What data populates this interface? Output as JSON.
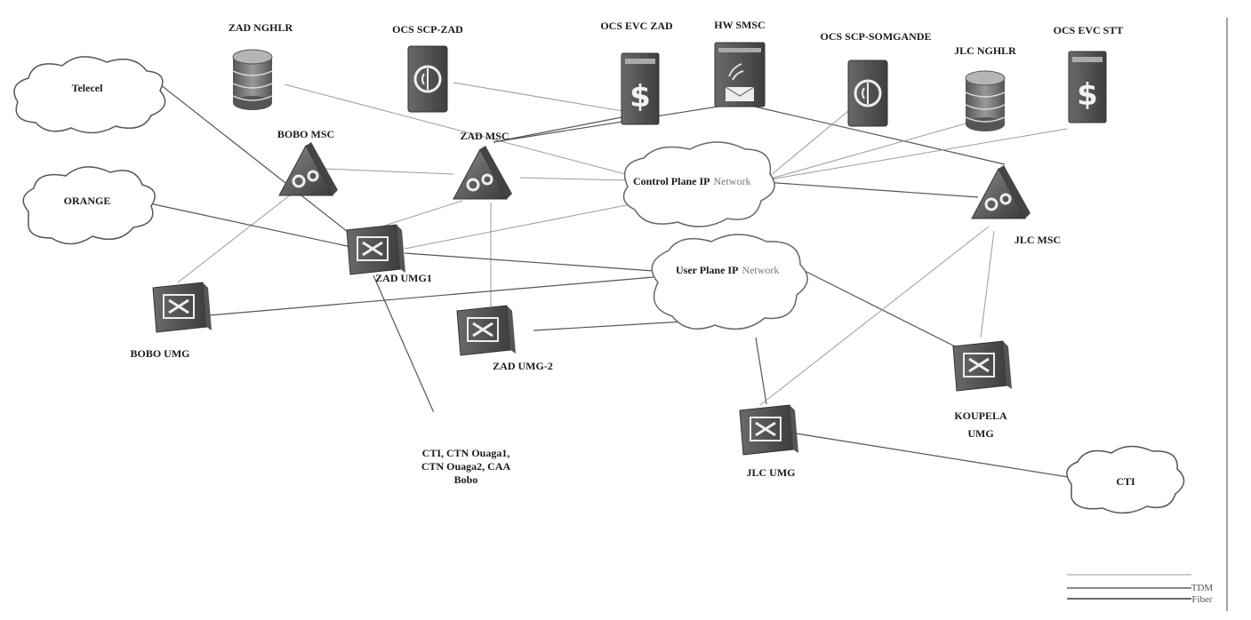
{
  "nodes": {
    "zad_nghlr": "ZAD NGHLR",
    "ocs_scp_zad": "OCS SCP-ZAD",
    "ocs_evc_zad": "OCS EVC ZAD",
    "hw_smsc": "HW SMSC",
    "ocs_scp_somgande": "OCS SCP-SOMGANDE",
    "jlc_nghlr": "JLC NGHLR",
    "ocs_evc_stt": "OCS EVC STT",
    "bobo_msc": "BOBO MSC",
    "zad_msc": "ZAD MSC",
    "jlc_msc": "JLC MSC",
    "zad_umg1": "ZAD UMG1",
    "zad_umg2": "ZAD UMG-2",
    "bobo_umg": "BOBO UMG",
    "jlc_umg": "JLC UMG",
    "koupela_umg_1": "KOUPELA",
    "koupela_umg_2": "UMG"
  },
  "clouds": {
    "telecel": "Telecel",
    "orange": "ORANGE",
    "control_plane_bold": "Control Plane IP",
    "control_plane_light": "Network",
    "user_plane_bold": "User Plane IP",
    "user_plane_light": "Network",
    "cti_right": "CTI",
    "cti_list_1": "CTI, CTN Ouaga1,",
    "cti_list_2": "CTN Ouaga2, CAA",
    "cti_list_3": "Bobo"
  },
  "legend": {
    "tdm": "TDM",
    "fiber": "Fiber"
  }
}
